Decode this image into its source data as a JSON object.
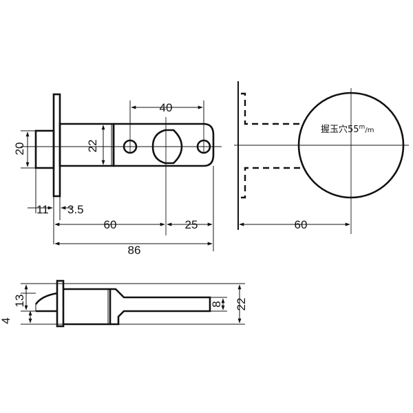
{
  "front_view": {
    "dim_40": "40",
    "dim_22": "22",
    "dim_20": "20",
    "dim_11": "11",
    "dim_3_5": "3.5",
    "dim_60": "60",
    "dim_25": "25",
    "dim_86": "86"
  },
  "side_view": {
    "knob_label_main": "握玉穴55",
    "knob_label_sup": "m",
    "knob_label_tail": "/m",
    "dim_60": "60"
  },
  "top_view": {
    "dim_13": "13",
    "dim_4": "4",
    "dim_8": "8",
    "dim_22": "22"
  }
}
